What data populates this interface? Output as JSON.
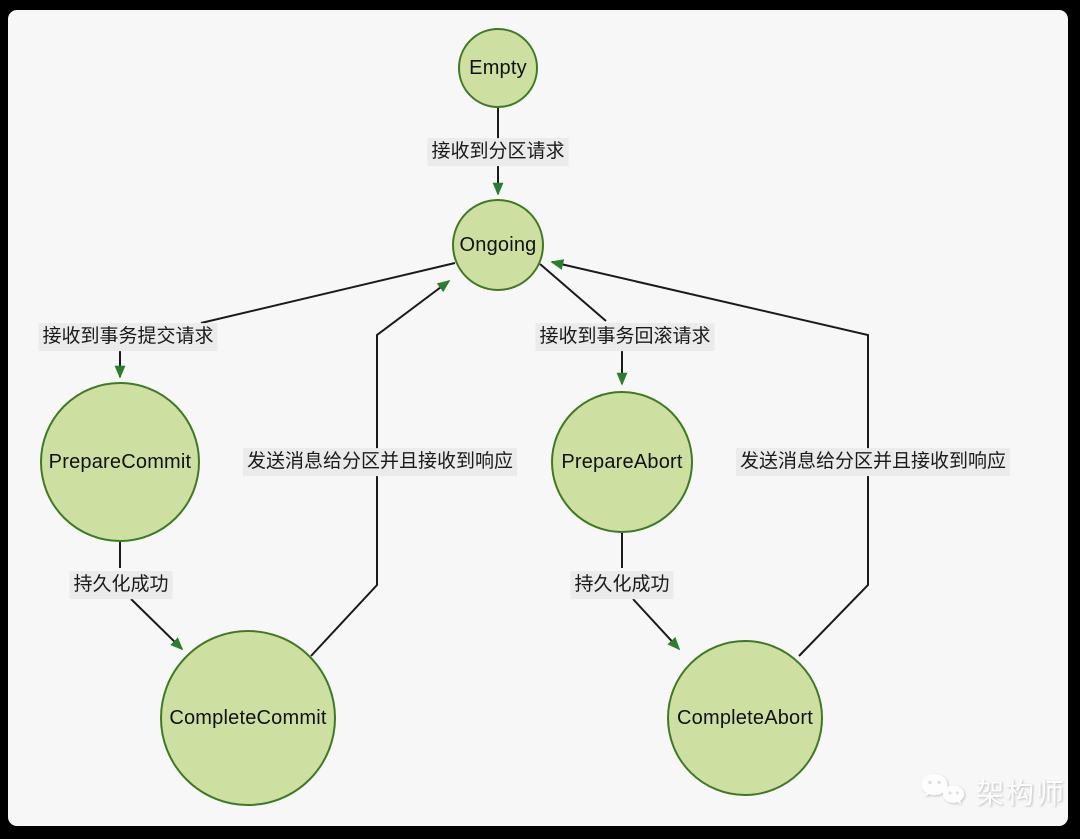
{
  "diagram": {
    "title": "transaction-state-machine",
    "nodes": [
      {
        "id": "empty",
        "label": "Empty"
      },
      {
        "id": "ongoing",
        "label": "Ongoing"
      },
      {
        "id": "prepare-commit",
        "label": "PrepareCommit"
      },
      {
        "id": "complete-commit",
        "label": "CompleteCommit"
      },
      {
        "id": "prepare-abort",
        "label": "PrepareAbort"
      },
      {
        "id": "complete-abort",
        "label": "CompleteAbort"
      }
    ],
    "edges": [
      {
        "from": "Empty",
        "to": "Ongoing",
        "label": "接收到分区请求"
      },
      {
        "from": "Ongoing",
        "to": "PrepareCommit",
        "label": "接收到事务提交请求"
      },
      {
        "from": "PrepareCommit",
        "to": "CompleteCommit",
        "label": "持久化成功"
      },
      {
        "from": "CompleteCommit",
        "to": "Ongoing",
        "label": "发送消息给分区并且接收到响应"
      },
      {
        "from": "Ongoing",
        "to": "PrepareAbort",
        "label": "接收到事务回滚请求"
      },
      {
        "from": "PrepareAbort",
        "to": "CompleteAbort",
        "label": "持久化成功"
      },
      {
        "from": "CompleteAbort",
        "to": "Ongoing",
        "label": "发送消息给分区并且接收到响应"
      }
    ],
    "colors": {
      "node_fill": "#cde0a2",
      "node_border": "#3e7a24",
      "edge_line": "#1a1a1a",
      "arrowhead": "#2d7d2e",
      "label_bg": "#ebebeb",
      "canvas_bg": "#f7f7f8",
      "frame": "#000000"
    }
  },
  "watermark": {
    "icon": "wechat-icon",
    "text": "架构师"
  }
}
